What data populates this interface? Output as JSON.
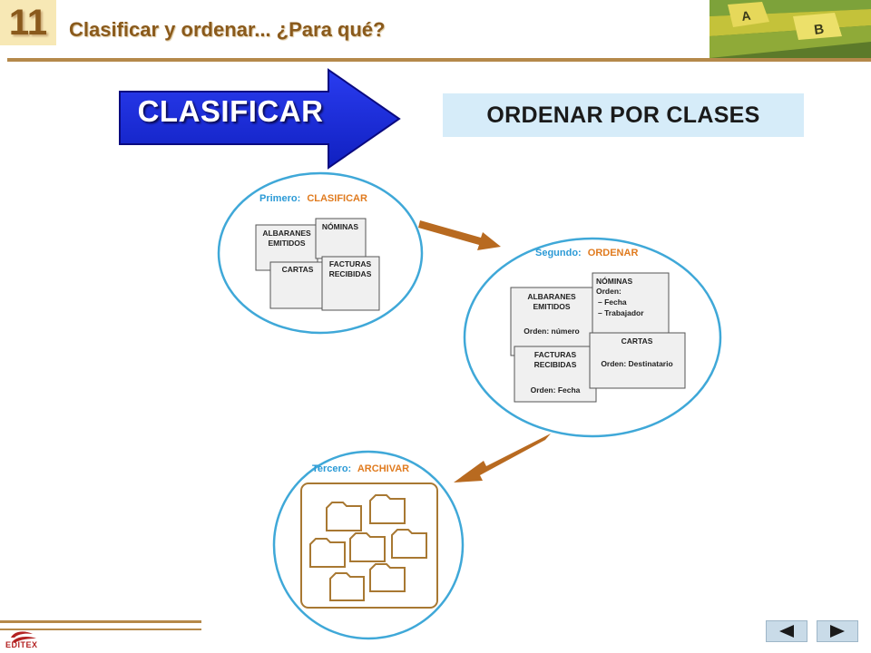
{
  "header": {
    "chapter_number": "11",
    "title": "Clasificar y ordenar... ¿Para qué?"
  },
  "banner": {
    "arrow_label": "CLASIFICAR",
    "box_label": "ORDENAR POR CLASES"
  },
  "diagram": {
    "step1": {
      "prefix": "Primero:",
      "keyword": "CLASIFICAR",
      "doc_albaranes_l1": "ALBARANES",
      "doc_albaranes_l2": "EMITIDOS",
      "doc_nominas": "NÓMINAS",
      "doc_cartas": "CARTAS",
      "doc_facturas_l1": "FACTURAS",
      "doc_facturas_l2": "RECIBIDAS"
    },
    "step2": {
      "prefix": "Segundo:",
      "keyword": "ORDENAR",
      "alb_l1": "ALBARANES",
      "alb_l2": "EMITIDOS",
      "alb_order": "Orden: número",
      "nom_l1": "NÓMINAS",
      "nom_l2": "Orden:",
      "nom_l3": "– Fecha",
      "nom_l4": "– Trabajador",
      "fac_l1": "FACTURAS",
      "fac_l2": "RECIBIDAS",
      "fac_order": "Orden: Fecha",
      "car_l1": "CARTAS",
      "car_order": "Orden: Destinatario"
    },
    "step3": {
      "prefix": "Tercero:",
      "keyword": "ARCHIVAR"
    }
  },
  "footer": {
    "logo_text": "EDITEX"
  },
  "colors": {
    "brand_brown": "#8a5a1c",
    "accent_orange": "#e07b1f",
    "circle_blue": "#3fa8d8",
    "step_blue": "#2b9ad6",
    "banner_blue": "#1a2ee0",
    "folder_brown": "#a87832"
  },
  "icons": {
    "prev": "triangle-left-icon",
    "next": "triangle-right-icon"
  }
}
